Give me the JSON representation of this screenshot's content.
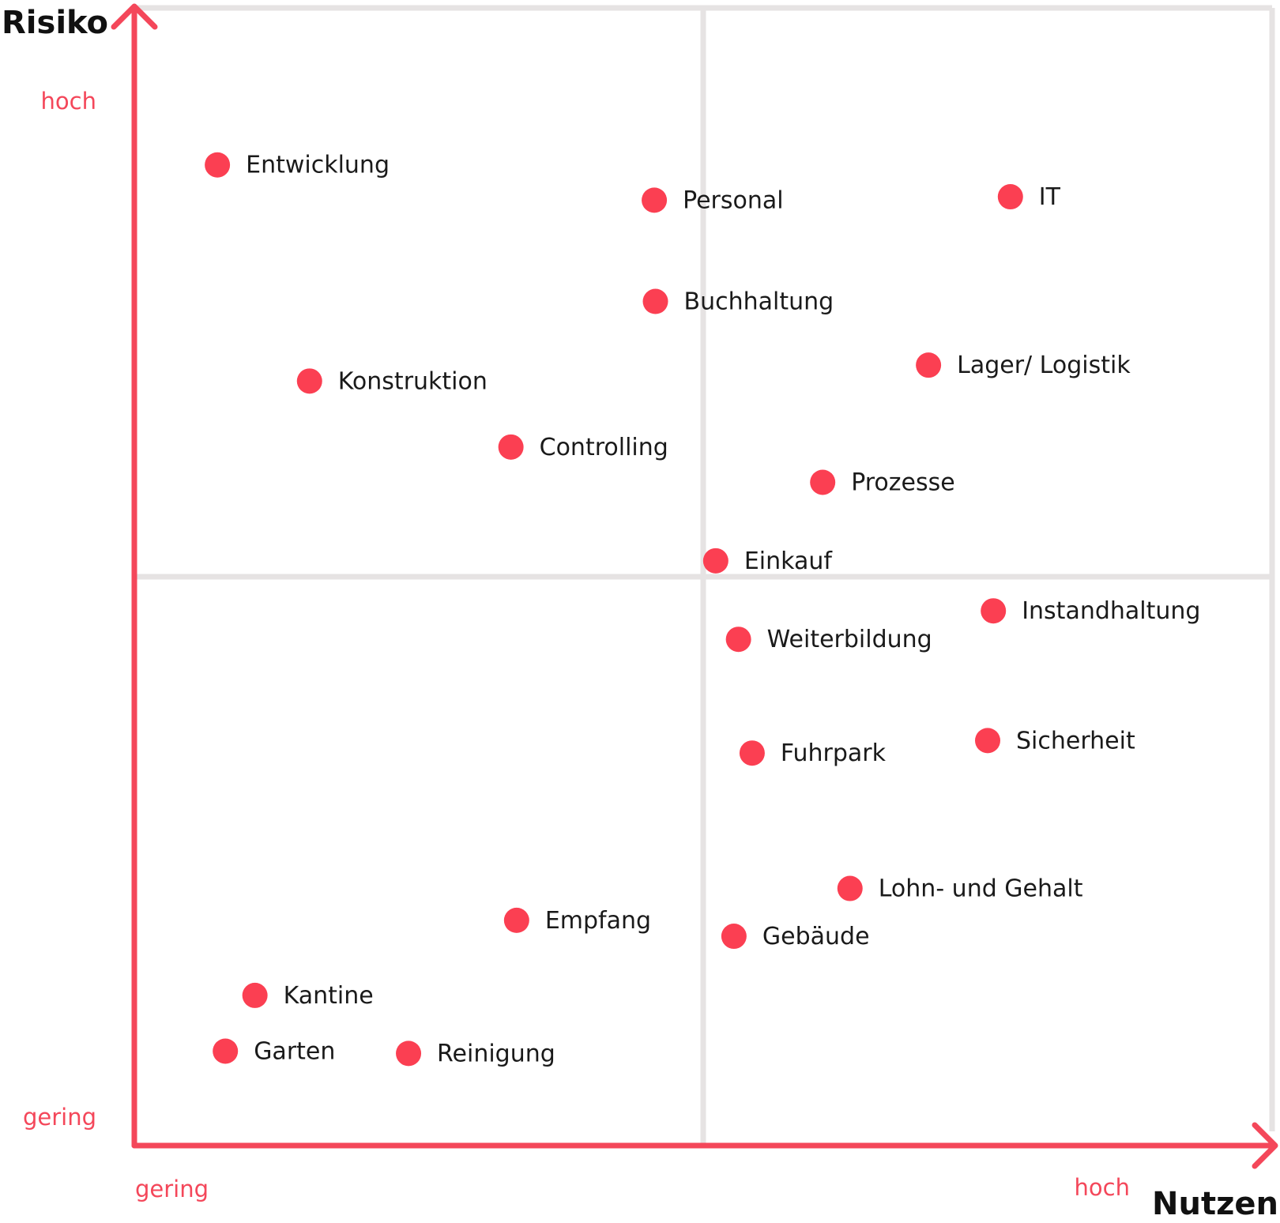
{
  "chart_data": {
    "type": "scatter",
    "title": "",
    "xlabel": "Nutzen",
    "ylabel": "Risiko",
    "x_low_label": "gering",
    "x_high_label": "hoch",
    "y_low_label": "gering",
    "y_high_label": "hoch",
    "xlim": [
      0,
      100
    ],
    "ylim": [
      0,
      100
    ],
    "quadrant_divider": {
      "x": 50,
      "y": 50
    },
    "grid": false,
    "legend": "none",
    "points": [
      {
        "label": "Entwicklung",
        "x": 7.3,
        "y": 86.2
      },
      {
        "label": "Personal",
        "x": 45.7,
        "y": 83.1
      },
      {
        "label": "IT",
        "x": 77.0,
        "y": 83.4
      },
      {
        "label": "Buchhaltung",
        "x": 45.8,
        "y": 74.2
      },
      {
        "label": "Lager/ Logistik",
        "x": 69.8,
        "y": 68.6
      },
      {
        "label": "Konstruktion",
        "x": 15.4,
        "y": 67.2
      },
      {
        "label": "Controlling",
        "x": 33.1,
        "y": 61.4
      },
      {
        "label": "Prozesse",
        "x": 60.5,
        "y": 58.3
      },
      {
        "label": "Einkauf",
        "x": 51.1,
        "y": 51.4
      },
      {
        "label": "Instandhaltung",
        "x": 75.5,
        "y": 47.0
      },
      {
        "label": "Weiterbildung",
        "x": 53.1,
        "y": 44.5
      },
      {
        "label": "Fuhrpark",
        "x": 54.3,
        "y": 34.5
      },
      {
        "label": "Sicherheit",
        "x": 75.0,
        "y": 35.6
      },
      {
        "label": "Lohn- und Gehalt",
        "x": 62.9,
        "y": 22.6
      },
      {
        "label": "Empfang",
        "x": 33.6,
        "y": 19.8
      },
      {
        "label": "Gebäude",
        "x": 52.7,
        "y": 18.4
      },
      {
        "label": "Kantine",
        "x": 10.6,
        "y": 13.2
      },
      {
        "label": "Garten",
        "x": 8.0,
        "y": 8.3
      },
      {
        "label": "Reinigung",
        "x": 24.1,
        "y": 8.1
      }
    ],
    "colors": {
      "axis": "#f4475a",
      "point": "#fb3f52",
      "level_label": "#f4475a",
      "divider": "#e6e3e3",
      "axis_title": "#111111",
      "point_label": "#1a1a1a"
    }
  }
}
